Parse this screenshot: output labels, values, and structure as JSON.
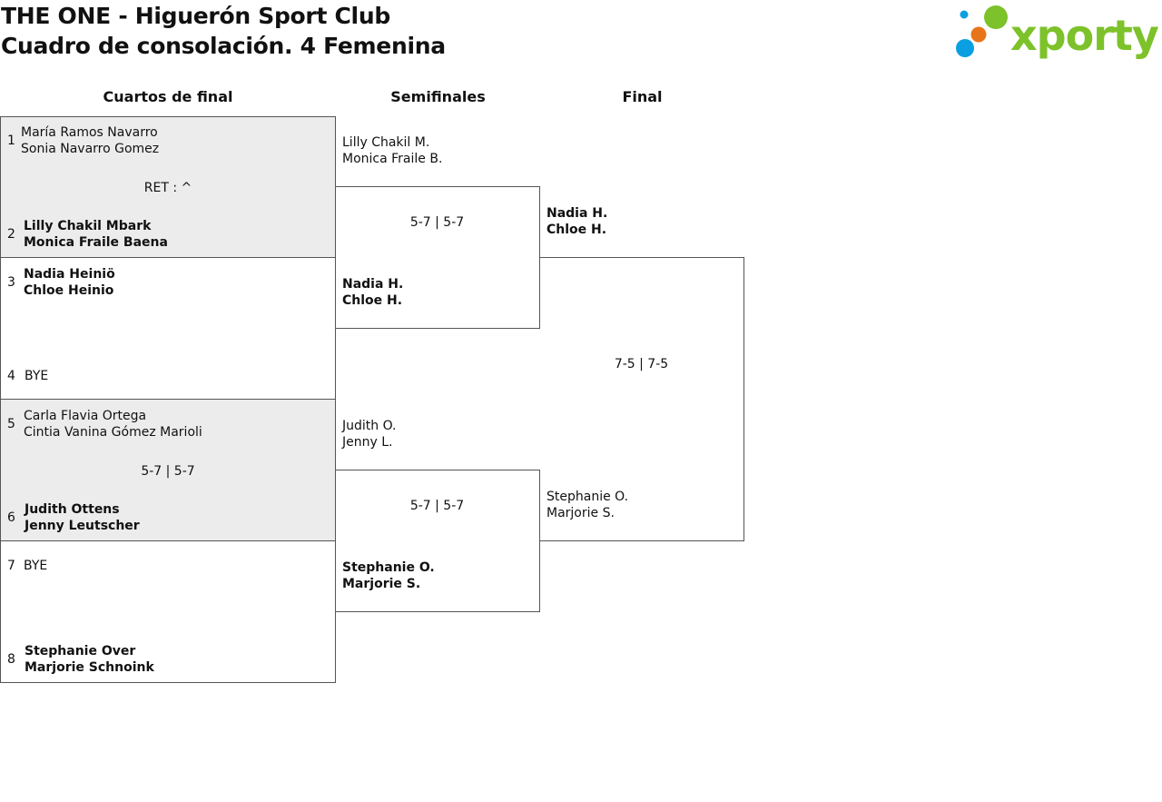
{
  "header": {
    "title_line1": "THE ONE - Higuerón Sport Club",
    "title_line2": "Cuadro de consolación. 4 Femenina",
    "logo_text": "xporty",
    "logo_colors": {
      "blue": "#0a9fe0",
      "green": "#7dc22a",
      "orange": "#e8741a"
    }
  },
  "rounds": {
    "quarters": "Cuartos de final",
    "semis": "Semifinales",
    "final": "Final"
  },
  "quarterfinals": [
    {
      "top": {
        "seed": "1",
        "p1": "María Ramos Navarro",
        "p2": "Sonia Navarro Gomez"
      },
      "score": "RET : ^",
      "bottom": {
        "seed": "2",
        "p1": "Lilly Chakil Mbark",
        "p2": "Monica Fraile Baena"
      }
    },
    {
      "top": {
        "seed": "3",
        "p1": "Nadia Heiniö",
        "p2": "Chloe Heinio"
      },
      "score": "",
      "bottom": {
        "seed": "4",
        "p1": "BYE",
        "p2": ""
      }
    },
    {
      "top": {
        "seed": "5",
        "p1": "Carla Flavia Ortega",
        "p2": "Cintia Vanina Gómez Marioli"
      },
      "score": "5-7 | 5-7",
      "bottom": {
        "seed": "6",
        "p1": "Judith Ottens",
        "p2": "Jenny Leutscher"
      }
    },
    {
      "top": {
        "seed": "7",
        "p1": "BYE",
        "p2": ""
      },
      "score": "",
      "bottom": {
        "seed": "8",
        "p1": "Stephanie Over",
        "p2": "Marjorie Schnoink"
      }
    }
  ],
  "semifinals": [
    {
      "top": {
        "p1": "Lilly Chakil M.",
        "p2": "Monica Fraile B."
      },
      "score": "5-7 | 5-7",
      "bottom": {
        "p1": "Nadia H.",
        "p2": "Chloe H."
      }
    },
    {
      "top": {
        "p1": "Judith O.",
        "p2": "Jenny L."
      },
      "score": "5-7 | 5-7",
      "bottom": {
        "p1": "Stephanie O.",
        "p2": "Marjorie S."
      }
    }
  ],
  "final": {
    "top": {
      "p1": "Nadia H.",
      "p2": "Chloe H."
    },
    "score": "7-5 | 7-5",
    "bottom": {
      "p1": "Stephanie O.",
      "p2": "Marjorie S."
    }
  }
}
